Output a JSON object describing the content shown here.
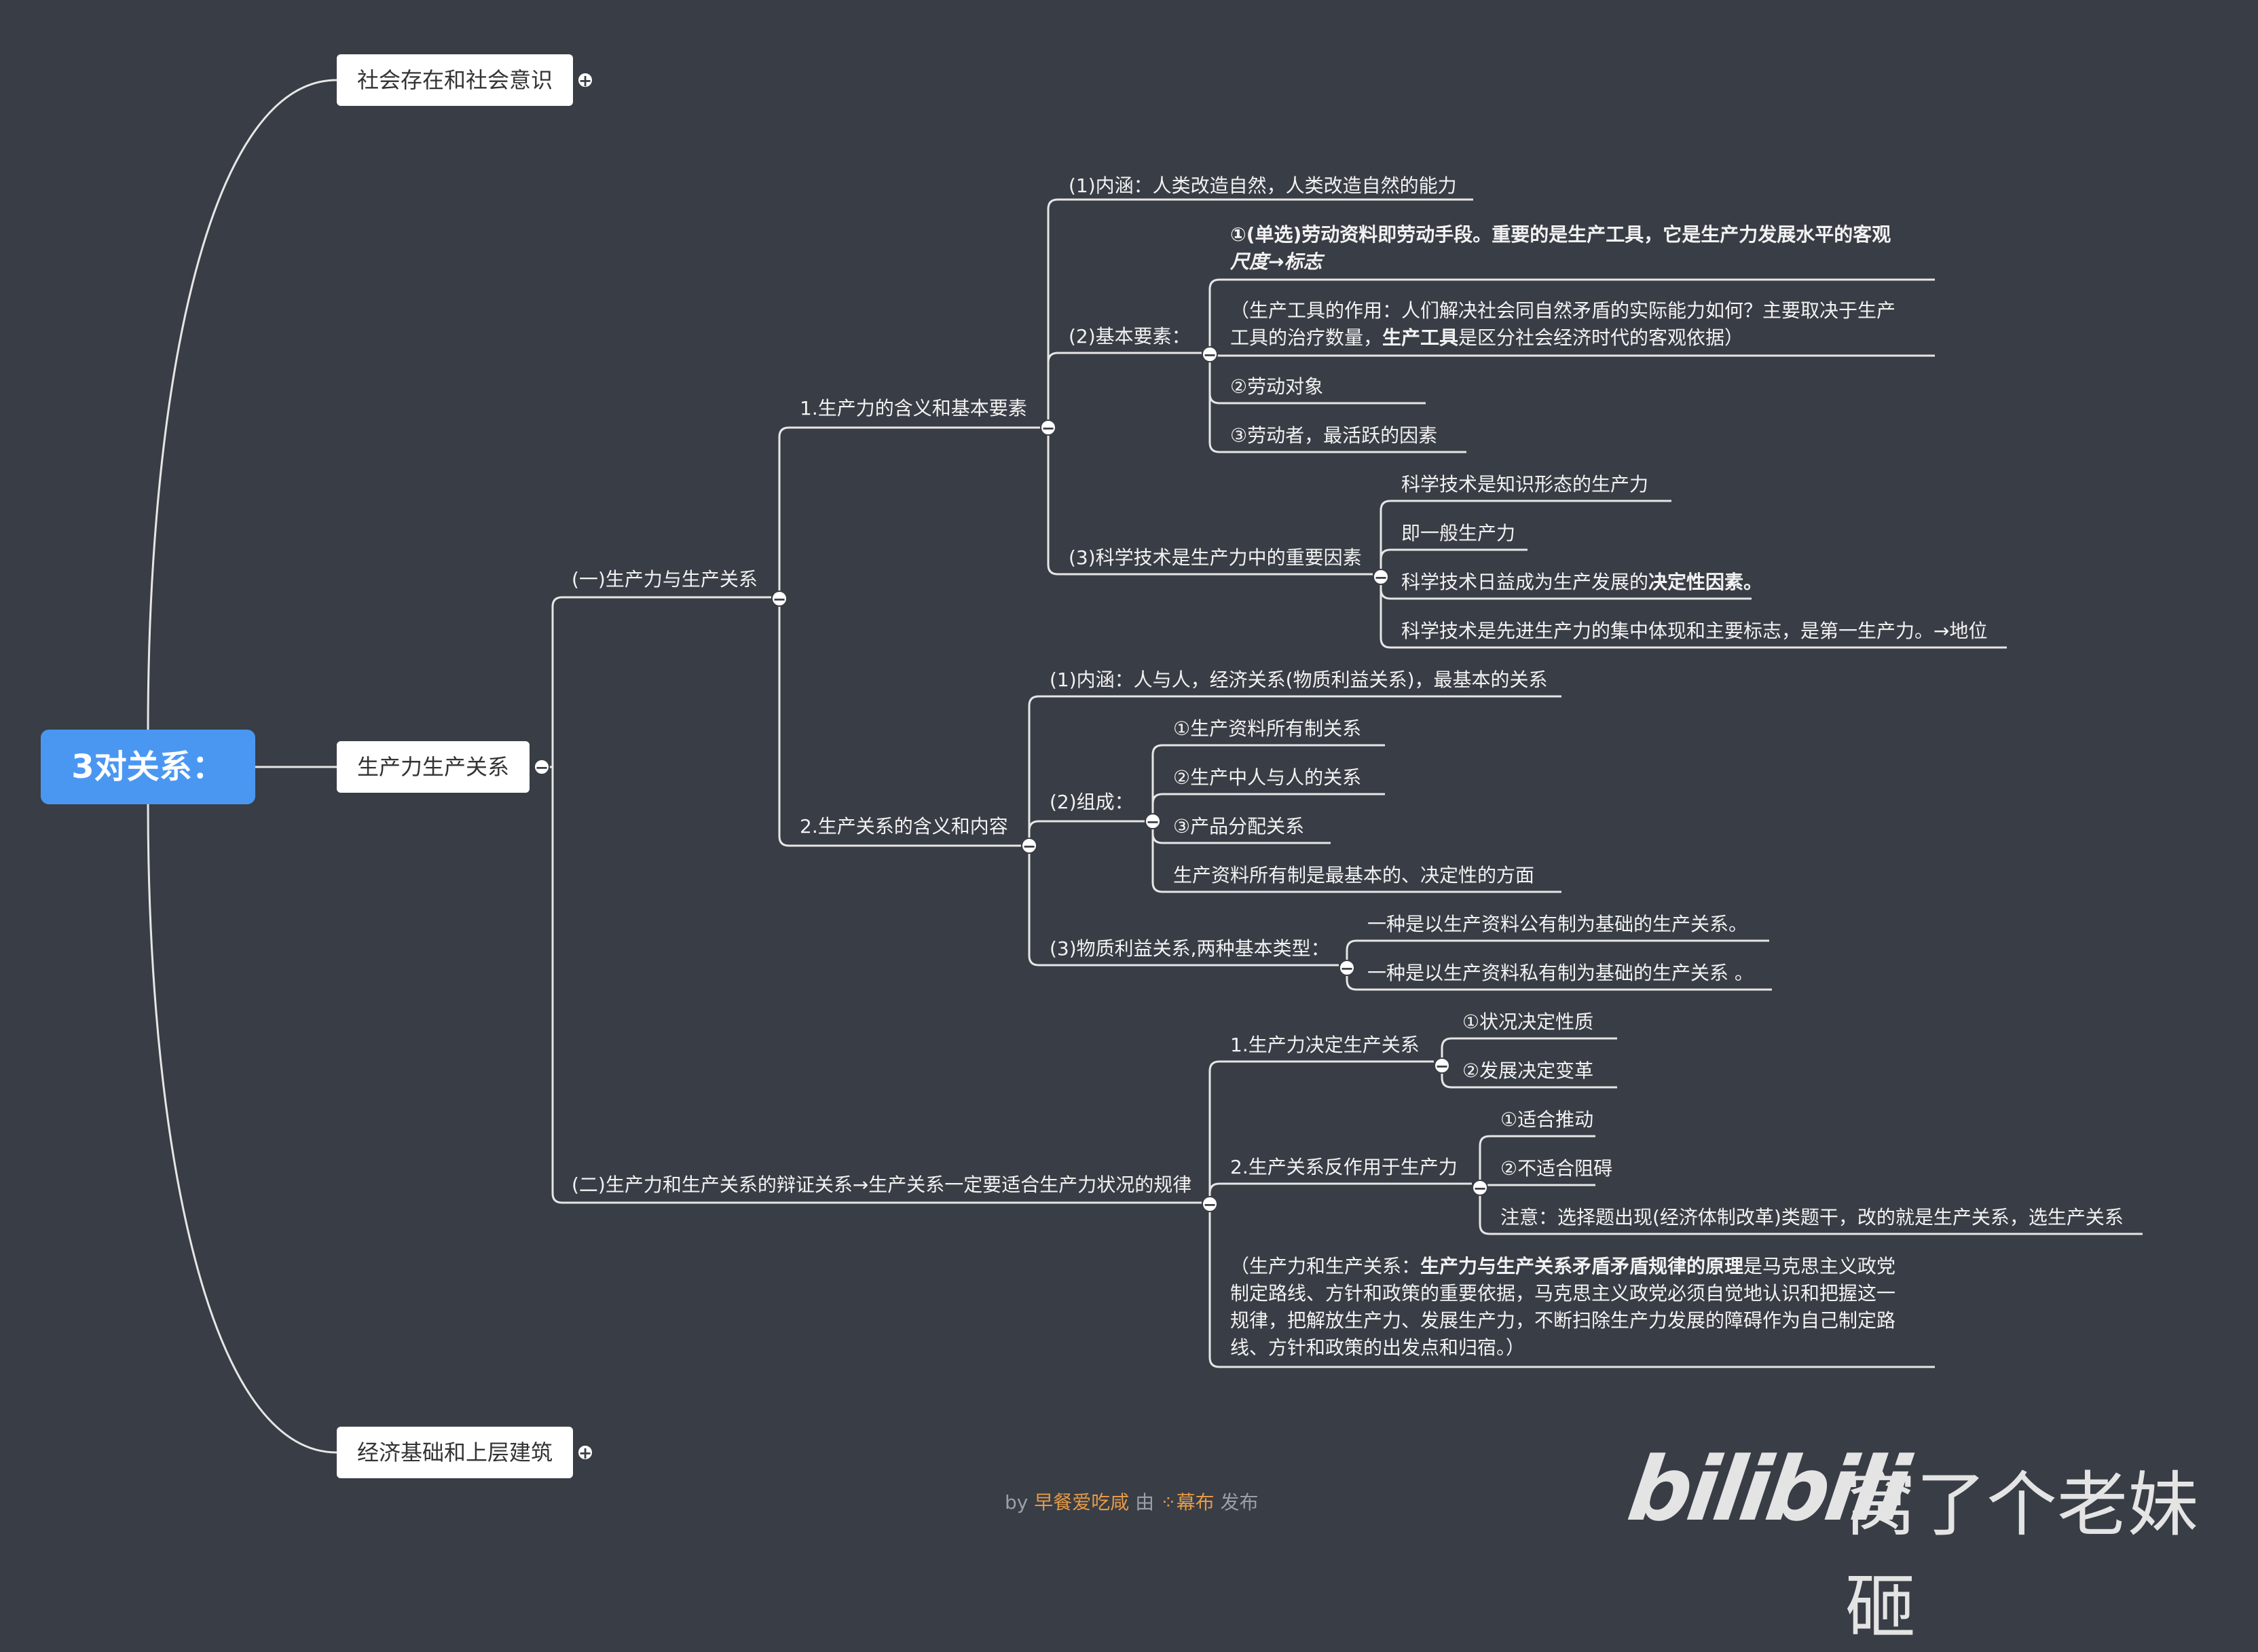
{
  "root": "3对关系：",
  "level1": {
    "a": "社会存在和社会意识",
    "b": "生产力生产关系",
    "c": "经济基础和上层建筑"
  },
  "n_one": "(一)生产力与生产关系",
  "n_two": "(二)生产力和生产关系的辩证关系→生产关系一定要适合生产力状况的规律",
  "p1": {
    "title": "1.生产力的含义和基本要素",
    "neihan": "(1)内涵：人类改造自然，人类改造自然的能力",
    "jiben": "(2)基本要素：",
    "e1": "①(单选)劳动资料即劳动手段。重要的是生产工具，它是生产力发展水平的客观",
    "e1_tail": "尺度→标志",
    "e2a": "（生产工具的作用：人们解决社会同自然矛盾的实际能力如何？主要取决于生产",
    "e2b_pre": "工具的治疗数量，",
    "e2b_bold": "生产工具",
    "e2b_post": "是区分社会经济时代的客观依据）",
    "e3": "②劳动对象",
    "e4": "③劳动者，最活跃的因素",
    "keji": "(3)科学技术是生产力中的重要因素",
    "k1": "科学技术是知识形态的生产力",
    "k2": "即一般生产力",
    "k3_pre": "科学技术日益成为生产发展的",
    "k3_bold": "决定性因素。",
    "k4": "科学技术是先进生产力的集中体现和主要标志，是第一生产力。→地位"
  },
  "p2": {
    "title": "2.生产关系的含义和内容",
    "neihan": "(1)内涵：人与人，经济关系(物质利益关系)，最基本的关系",
    "zucheng": "(2)组成：",
    "z1": "①生产资料所有制关系",
    "z2": "②生产中人与人的关系",
    "z3": "③产品分配关系",
    "z4": "生产资料所有制是最基本的、决定性的方面",
    "wuzhi": "(3)物质利益关系,两种基本类型：",
    "w1": "一种是以生产资料公有制为基础的生产关系。",
    "w2": "一种是以生产资料私有制为基础的生产关系 。"
  },
  "d": {
    "jueding": "1.生产力决定生产关系",
    "j1": "①状况决定性质",
    "j2": "②发展决定变革",
    "fanzuo": "2.生产关系反作用于生产力",
    "f1": "①适合推动",
    "f2": "②不适合阻碍",
    "f3": "注意：选择题出现(经济体制改革)类题干，改的就是生产关系，选生产关系",
    "note_l1_pre": "（生产力和生产关系：",
    "note_l1_bold": "生产力与生产关系矛盾矛盾规律的原理",
    "note_l1_post": "是马克思主义政党",
    "note_l2": "制定路线、方针和政策的重要依据，马克思主义政党必须自觉地认识和把握这一",
    "note_l3": "规律，把解放生产力、发展生产力，不断扫除生产力发展的障碍作为自己制定路",
    "note_l4": "线、方针和政策的出发点和归宿。）"
  },
  "footer": {
    "by": "by",
    "author": "早餐爱吃咸",
    "by2": "由",
    "brand": "幕布",
    "suffix": "发布"
  },
  "watermark": {
    "logo": "bilibili",
    "name": "窝了个老妹砸"
  },
  "colors": {
    "background": "#393d45",
    "line": "#e6e6e6",
    "root": "#4a97f2",
    "accent": "#e69a46"
  }
}
